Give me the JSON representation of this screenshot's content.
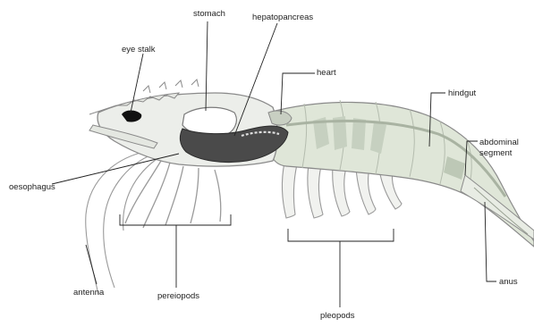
{
  "labels": {
    "stomach": "stomach",
    "hepatopancreas": "hepatopancreas",
    "eye_stalk": "eye stalk",
    "heart": "heart",
    "hindgut": "hindgut",
    "abdominal_segment_line1": "abdominal",
    "abdominal_segment_line2": "segment",
    "oesophagus": "oesophagus",
    "antenna": "antenna",
    "pereiopods": "pereiopods",
    "pleopods": "pleopods",
    "anus": "anus"
  },
  "colors": {
    "outline": "#8a8a8a",
    "body_fill": "#eceeea",
    "abdomen_fill": "#dfe6d8",
    "organ_fill": "#c6d0c0",
    "hepatopancreas_fill": "#4a4a4a",
    "eye_fill": "#111111",
    "leader_line": "#222222"
  },
  "icons": {
    "shrimp_illustration": "shrimp-anatomy-drawing"
  }
}
